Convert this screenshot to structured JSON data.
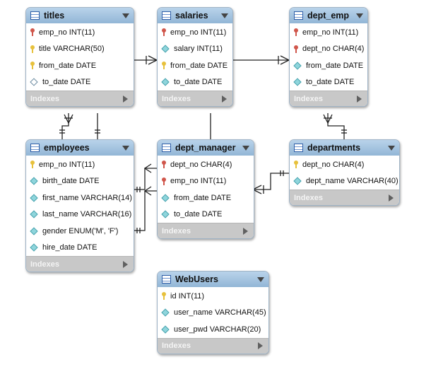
{
  "tables": {
    "titles": {
      "name": "titles",
      "columns": [
        {
          "text": "emp_no INT(11)",
          "icon": "red-key-icon"
        },
        {
          "text": "title VARCHAR(50)",
          "icon": "yellow-key-icon"
        },
        {
          "text": "from_date DATE",
          "icon": "yellow-key-icon"
        },
        {
          "text": "to_date DATE",
          "icon": "white-diamond-icon"
        }
      ],
      "footer": "Indexes"
    },
    "salaries": {
      "name": "salaries",
      "columns": [
        {
          "text": "emp_no INT(11)",
          "icon": "red-key-icon"
        },
        {
          "text": "salary INT(11)",
          "icon": "cyan-diamond-icon"
        },
        {
          "text": "from_date DATE",
          "icon": "yellow-key-icon"
        },
        {
          "text": "to_date DATE",
          "icon": "cyan-diamond-icon"
        }
      ],
      "footer": "Indexes"
    },
    "dept_emp": {
      "name": "dept_emp",
      "columns": [
        {
          "text": "emp_no INT(11)",
          "icon": "red-key-icon"
        },
        {
          "text": "dept_no CHAR(4)",
          "icon": "red-key-icon"
        },
        {
          "text": "from_date DATE",
          "icon": "cyan-diamond-icon"
        },
        {
          "text": "to_date DATE",
          "icon": "cyan-diamond-icon"
        }
      ],
      "footer": "Indexes"
    },
    "employees": {
      "name": "employees",
      "columns": [
        {
          "text": "emp_no INT(11)",
          "icon": "yellow-key-icon"
        },
        {
          "text": "birth_date DATE",
          "icon": "cyan-diamond-icon"
        },
        {
          "text": "first_name VARCHAR(14)",
          "icon": "cyan-diamond-icon"
        },
        {
          "text": "last_name VARCHAR(16)",
          "icon": "cyan-diamond-icon"
        },
        {
          "text": "gender ENUM('M', 'F')",
          "icon": "cyan-diamond-icon"
        },
        {
          "text": "hire_date DATE",
          "icon": "cyan-diamond-icon"
        }
      ],
      "footer": "Indexes"
    },
    "dept_manager": {
      "name": "dept_manager",
      "columns": [
        {
          "text": "dept_no CHAR(4)",
          "icon": "red-key-icon"
        },
        {
          "text": "emp_no INT(11)",
          "icon": "red-key-icon"
        },
        {
          "text": "from_date DATE",
          "icon": "cyan-diamond-icon"
        },
        {
          "text": "to_date DATE",
          "icon": "cyan-diamond-icon"
        }
      ],
      "footer": "Indexes"
    },
    "departments": {
      "name": "departments",
      "columns": [
        {
          "text": "dept_no CHAR(4)",
          "icon": "yellow-key-icon"
        },
        {
          "text": "dept_name VARCHAR(40)",
          "icon": "cyan-diamond-icon"
        }
      ],
      "footer": "Indexes"
    },
    "webusers": {
      "name": "WebUsers",
      "columns": [
        {
          "text": "id INT(11)",
          "icon": "yellow-key-icon"
        },
        {
          "text": "user_name VARCHAR(45)",
          "icon": "cyan-diamond-icon"
        },
        {
          "text": "user_pwd VARCHAR(20)",
          "icon": "cyan-diamond-icon"
        }
      ],
      "footer": "Indexes"
    }
  },
  "colors": {
    "header_top": "#b9d3ea",
    "header_bottom": "#92b6d6",
    "footer": "#c8c8c8",
    "primary_key": "#e7c13c",
    "foreign_key": "#d0564b",
    "column_diamond": "#8fd5dc",
    "relationship_line": "#222222"
  }
}
